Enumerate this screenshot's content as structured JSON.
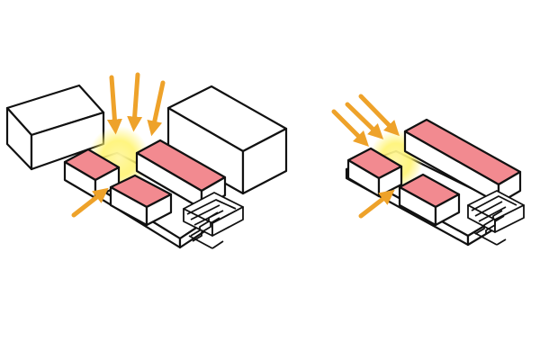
{
  "colors": {
    "background": "#ffffff",
    "outline": "#111111",
    "top_face": "#f28a90",
    "wall": "#ffffff",
    "sun_arrow": "#eea22a",
    "glow": "#fff36a"
  },
  "scenes": [
    {
      "name": "left-scenario",
      "arrows": {
        "vertical": 3,
        "diagonal": 1
      }
    },
    {
      "name": "right-scenario",
      "arrows": {
        "diagonal_upper": 3,
        "diagonal_lower": 1
      }
    }
  ]
}
